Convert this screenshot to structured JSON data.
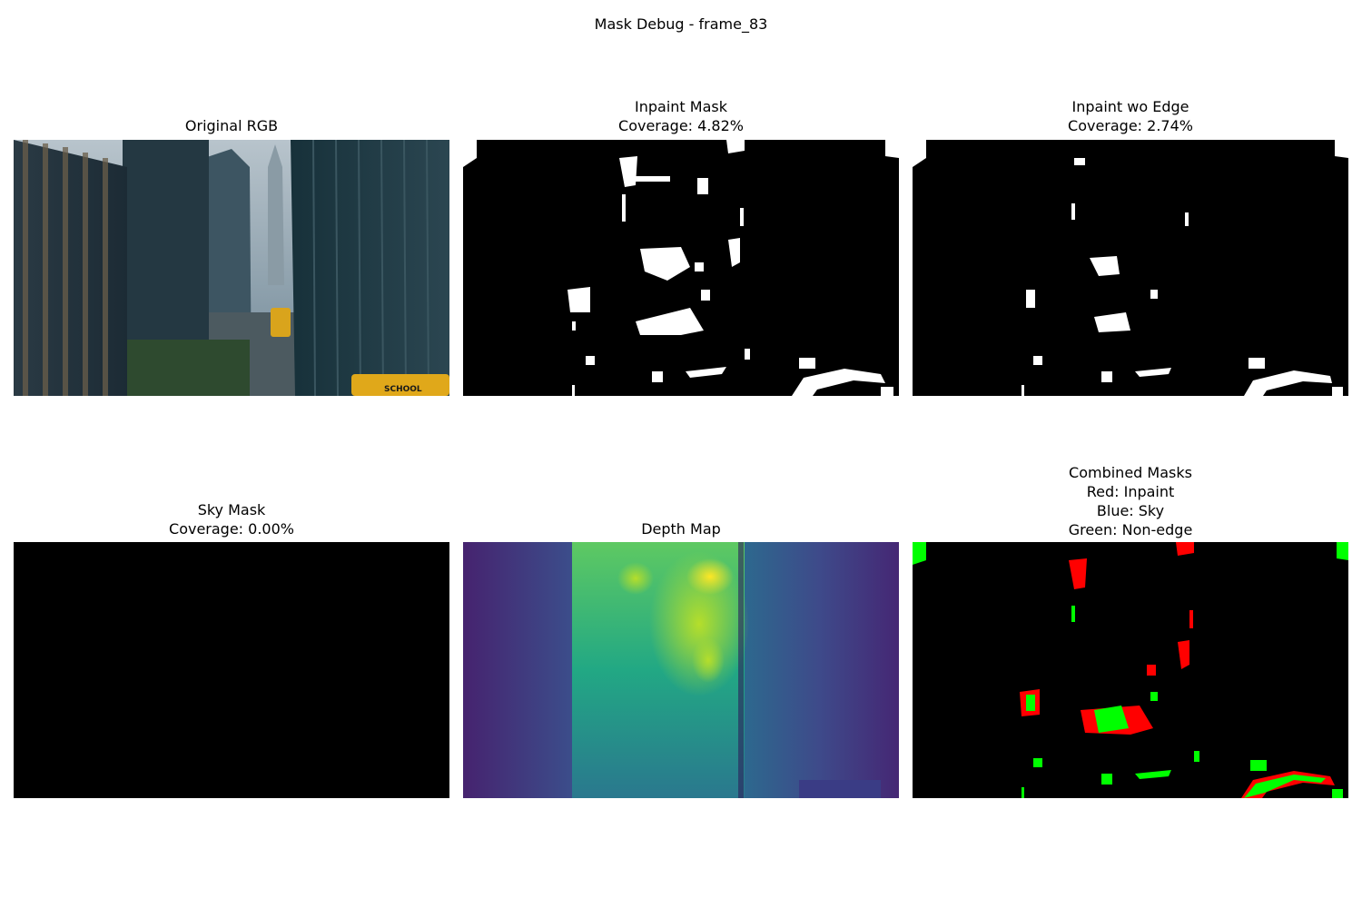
{
  "figure": {
    "title": "Mask Debug - frame_83"
  },
  "panels": {
    "original_rgb": {
      "title": [
        "Original RGB"
      ]
    },
    "inpaint_mask": {
      "title": [
        "Inpaint Mask",
        "Coverage: 4.82%"
      ],
      "coverage_percent": 4.82
    },
    "inpaint_wo_edge": {
      "title": [
        "Inpaint wo Edge",
        "Coverage: 2.74%"
      ],
      "coverage_percent": 2.74
    },
    "sky_mask": {
      "title": [
        "Sky Mask",
        "Coverage: 0.00%"
      ],
      "coverage_percent": 0.0
    },
    "depth_map": {
      "title": [
        "Depth Map"
      ]
    },
    "combined_masks": {
      "title": [
        "Combined Masks",
        "Red: Inpaint",
        "Blue: Sky",
        "Green: Non-edge"
      ]
    }
  },
  "image_text": {
    "bus_sign": "SCHOOL"
  },
  "colors": {
    "inpaint": "#ff0000",
    "sky": "#0000ff",
    "non_edge": "#00ff00",
    "mask_on": "#ffffff",
    "mask_off": "#000000"
  }
}
